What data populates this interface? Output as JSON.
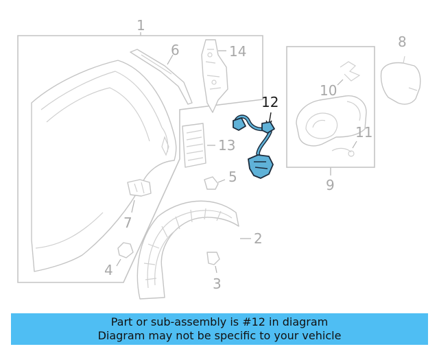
{
  "callouts": {
    "c1": "1",
    "c2": "2",
    "c3": "3",
    "c4": "4",
    "c5": "5",
    "c6": "6",
    "c7": "7",
    "c8": "8",
    "c9": "9",
    "c10": "10",
    "c11": "11",
    "c12": "12",
    "c13": "13",
    "c14": "14"
  },
  "highlighted_part": "12",
  "banner": {
    "line1": "Part or sub-assembly is #12 in diagram",
    "line2": "Diagram may not be specific to your vehicle",
    "background": "#4fbef3"
  },
  "colors": {
    "highlight_fill": "#5fb2d8",
    "highlight_outline": "#1c2a3a",
    "line_art": "#c4c4c4"
  }
}
